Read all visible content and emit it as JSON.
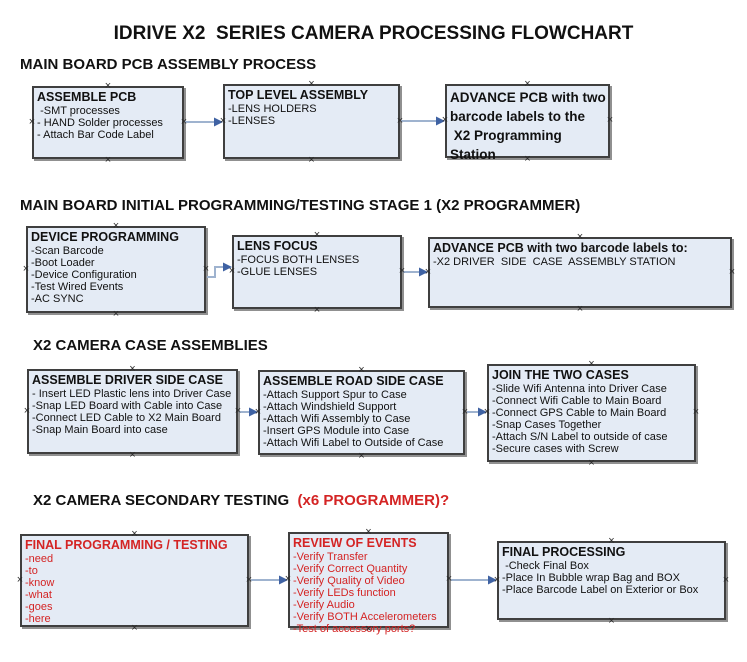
{
  "title": "IDRIVE X2  SERIES CAMERA PROCESSING FLOWCHART",
  "colors": {
    "box_fill": "#e4ebf5",
    "box_border": "#3f3f3f",
    "box_shadow": "#909090",
    "arrow_line": "#9fb3cf",
    "arrow_head": "#3f62a3",
    "red": "#d42424",
    "handle": "#2b2b2b"
  },
  "sections": [
    {
      "header": "MAIN BOARD PCB ASSEMBLY PROCESS",
      "header_red": "",
      "boxes": [
        {
          "title": "ASSEMBLE PCB",
          "items": [
            " -SMT processes",
            "- HAND Solder processes",
            "- Attach Bar Code Label"
          ]
        },
        {
          "title": "TOP LEVEL ASSEMBLY",
          "items": [
            "-LENS HOLDERS",
            "-LENSES"
          ]
        },
        {
          "title": "ADVANCE PCB with two\nbarcode labels to the\n X2 Programming Station",
          "items": []
        }
      ]
    },
    {
      "header": "MAIN BOARD INITIAL PROGRAMMING/TESTING STAGE 1 (X2 PROGRAMMER)",
      "header_red": "",
      "boxes": [
        {
          "title": "DEVICE PROGRAMMING",
          "items": [
            "-Scan Barcode",
            "-Boot Loader",
            "-Device Configuration",
            "-Test Wired Events",
            "-AC SYNC"
          ]
        },
        {
          "title": "LENS FOCUS",
          "items": [
            "-FOCUS BOTH LENSES",
            "-GLUE LENSES"
          ]
        },
        {
          "title": "ADVANCE PCB with two barcode labels to:",
          "items": [
            "-X2 DRIVER  SIDE  CASE  ASSEMBLY STATION"
          ]
        }
      ]
    },
    {
      "header": "X2 CAMERA CASE ASSEMBLIES",
      "header_red": "",
      "boxes": [
        {
          "title": "ASSEMBLE DRIVER SIDE CASE",
          "items": [
            "- Insert LED Plastic lens into Driver Case",
            "-Snap LED Board with Cable into Case",
            "-Connect LED Cable to X2 Main Board",
            "-Snap Main Board into case"
          ]
        },
        {
          "title": "ASSEMBLE ROAD SIDE CASE",
          "items": [
            "-Attach Support Spur to Case",
            "-Attach Windshield Support",
            "-Attach Wifi Assembly to Case",
            "-Insert GPS Module into Case",
            "-Attach Wifi Label to Outside of Case"
          ]
        },
        {
          "title": "JOIN THE TWO CASES",
          "items": [
            "-Slide Wifi Antenna into Driver Case",
            "-Connect Wifi Cable to Main Board",
            "-Connect GPS Cable to Main Board",
            "-Snap Cases Together",
            "-Attach S/N Label to outside of case",
            "-Secure cases with Screw"
          ]
        }
      ]
    },
    {
      "header": "X2 CAMERA SECONDARY TESTING  ",
      "header_red": "(x6 PROGRAMMER)?",
      "boxes": [
        {
          "title": "FINAL PROGRAMMING / TESTING",
          "items": [
            "-need",
            "-to",
            "-know",
            "-what",
            "-goes",
            "-here"
          ]
        },
        {
          "title": "REVIEW OF EVENTS",
          "items": [
            "-Verify Transfer",
            "-Verify Correct Quantity",
            "-Verify Quality of Video",
            "-Verify LEDs function",
            "-Verify Audio",
            "-Verify BOTH Accelerometers",
            "-Test of accessory ports?"
          ]
        },
        {
          "title": "FINAL PROCESSING",
          "items": [
            " -Check Final Box",
            "-Place In Bubble wrap Bag and BOX",
            "-Place Barcode Label on Exterior or Box"
          ]
        }
      ]
    }
  ]
}
